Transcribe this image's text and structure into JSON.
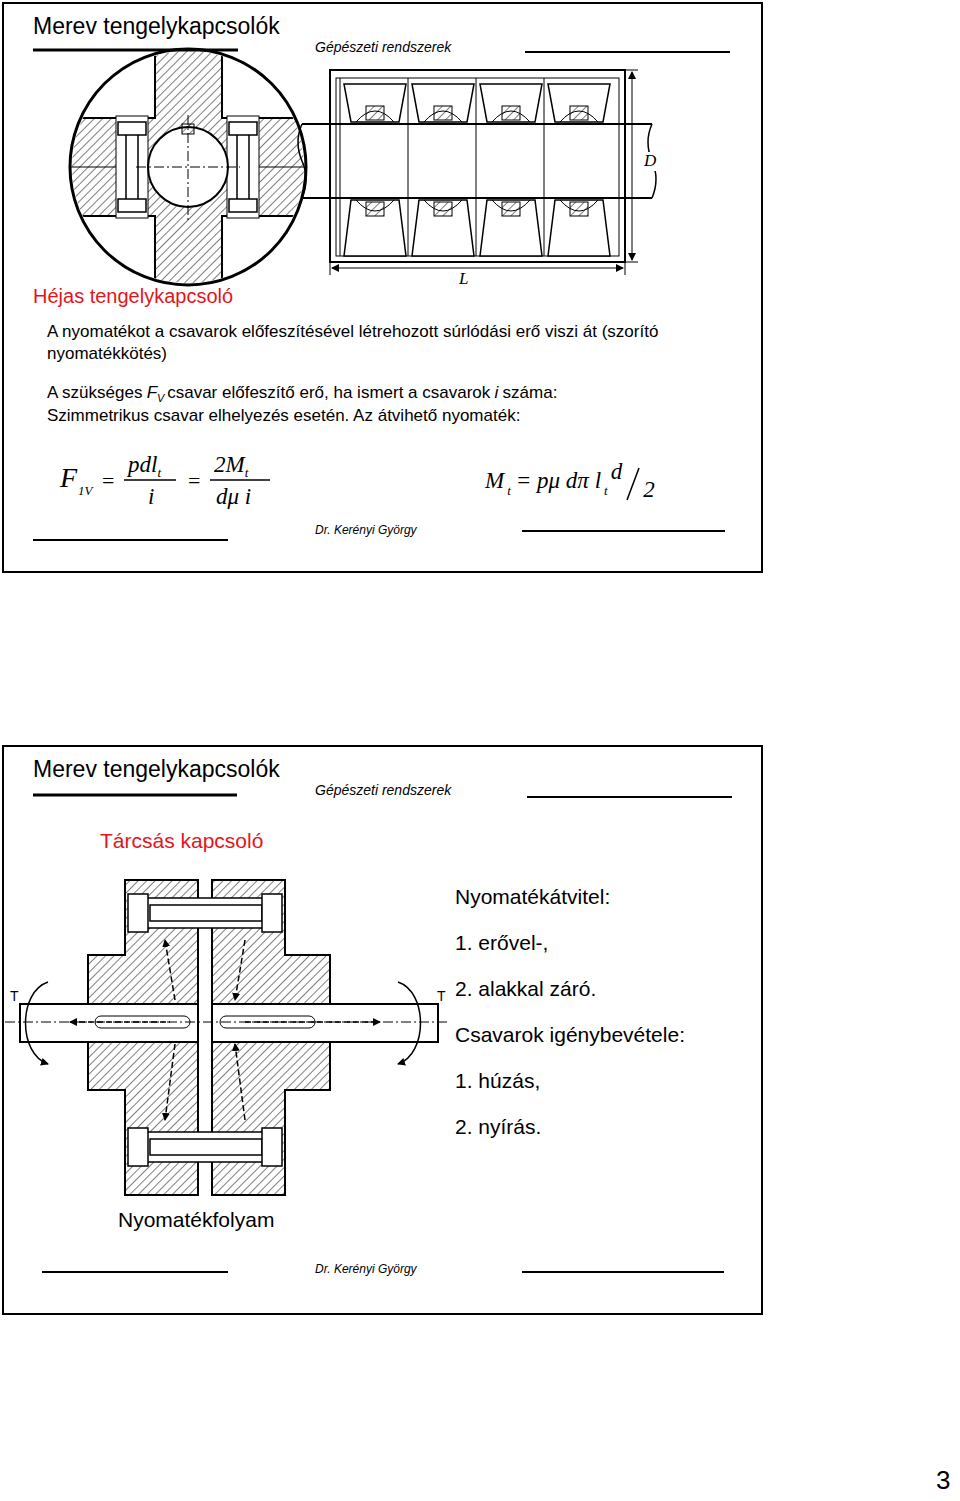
{
  "diagram": {
    "nodes": [
      {
        "text": [
          "Merev tengelykapcsolók",
          "Gépészeti rendszerek",
          "L",
          "D",
          "Héjas tengelykapcsoló",
          "A nyomatékot a csavarok előfeszítésével létrehozott súrlódási erő viszi át (szorító nyomatékkötés)",
          "A szükséges",
          "F",
          "V",
          "csavar előfeszítő erő, ha ismert a csavarok",
          "i",
          "száma:",
          "Szimmetrikus csavar elhelyezés esetén. Az átvihető nyomaték:",
          "F",
          "1V",
          "=",
          "pdl",
          "t",
          "i",
          "=",
          "2M",
          "t",
          "dμ i",
          "M",
          "t",
          "= pμ dπ l",
          "t",
          "d",
          "2",
          "Dr. Kerényi György"
        ]
      },
      {
        "text": [
          "Merev tengelykapcsolók",
          "Gépészeti rendszerek",
          "Tárcsás kapcsoló",
          "T",
          "T",
          "Nyomatékátvitel:",
          "1. erővel-,",
          "2. alakkal záró.",
          "Csavarok igénybevétele:",
          "1. húzás,",
          "2. nyírás.",
          "Nyomatékfolyam",
          "Dr. Kerényi György"
        ]
      }
    ],
    "labels": [
      "3"
    ]
  }
}
